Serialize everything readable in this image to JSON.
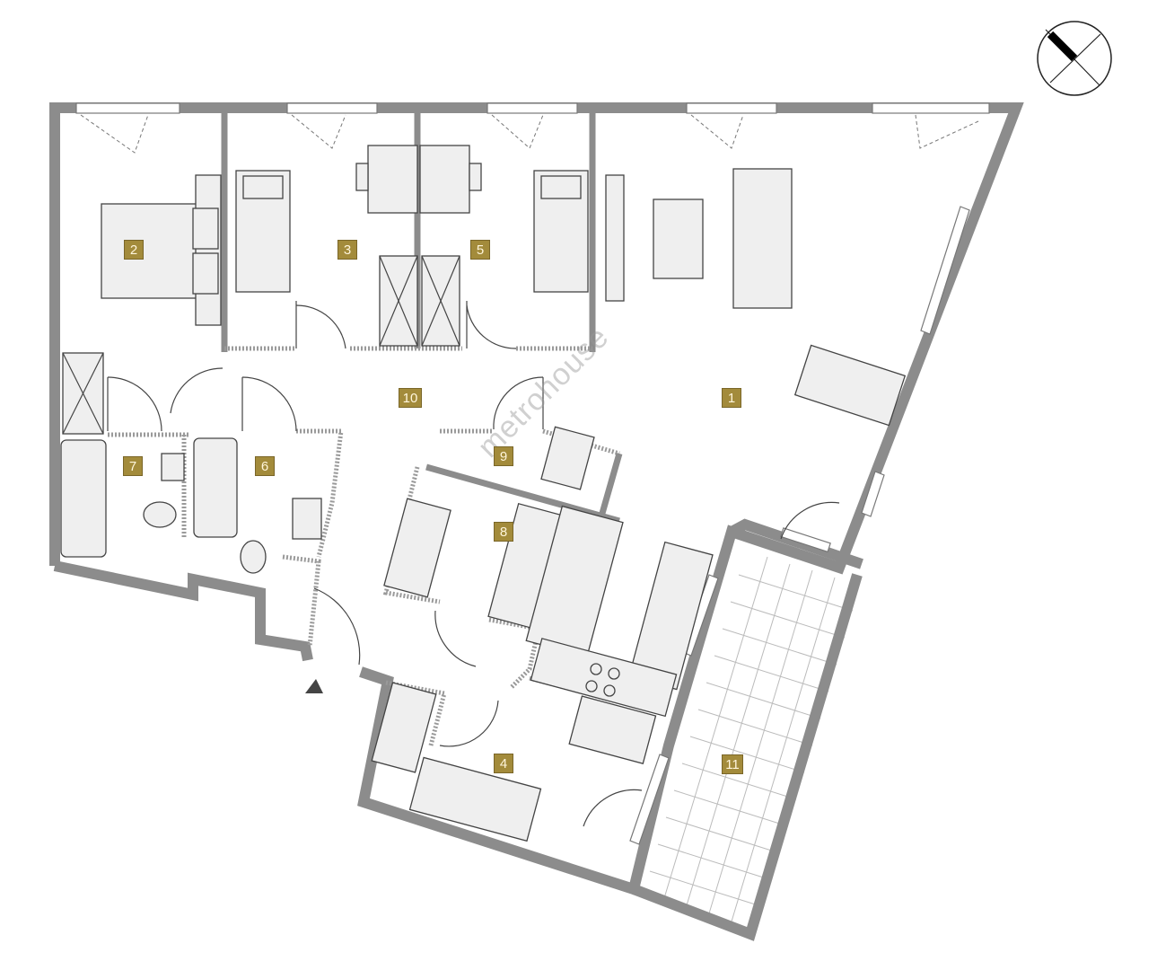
{
  "plan": {
    "rooms": [
      {
        "number": "1"
      },
      {
        "number": "2"
      },
      {
        "number": "3"
      },
      {
        "number": "4"
      },
      {
        "number": "5"
      },
      {
        "number": "6"
      },
      {
        "number": "7"
      },
      {
        "number": "8"
      },
      {
        "number": "9"
      },
      {
        "number": "10"
      },
      {
        "number": "11"
      }
    ],
    "watermark": "metrohouse",
    "compass": "north-arrow-icon",
    "colors": {
      "wall": "#8c8c8c",
      "label": "#a38b3b",
      "furniture": "#efefef"
    }
  }
}
